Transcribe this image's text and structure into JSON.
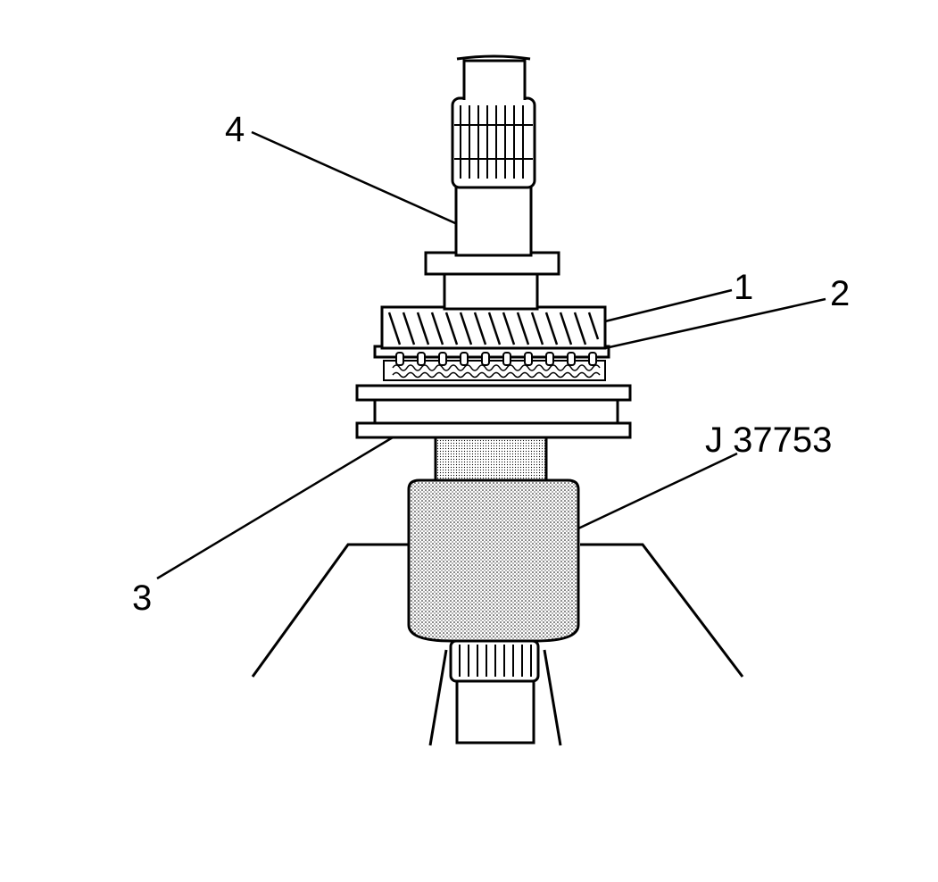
{
  "callouts": {
    "label_1": "1",
    "label_2": "2",
    "label_3": "3",
    "label_4": "4",
    "tool_label": "J 37753"
  },
  "colors": {
    "ink": "#000000",
    "paper": "#ffffff",
    "stipple": "#d8d8d8"
  }
}
